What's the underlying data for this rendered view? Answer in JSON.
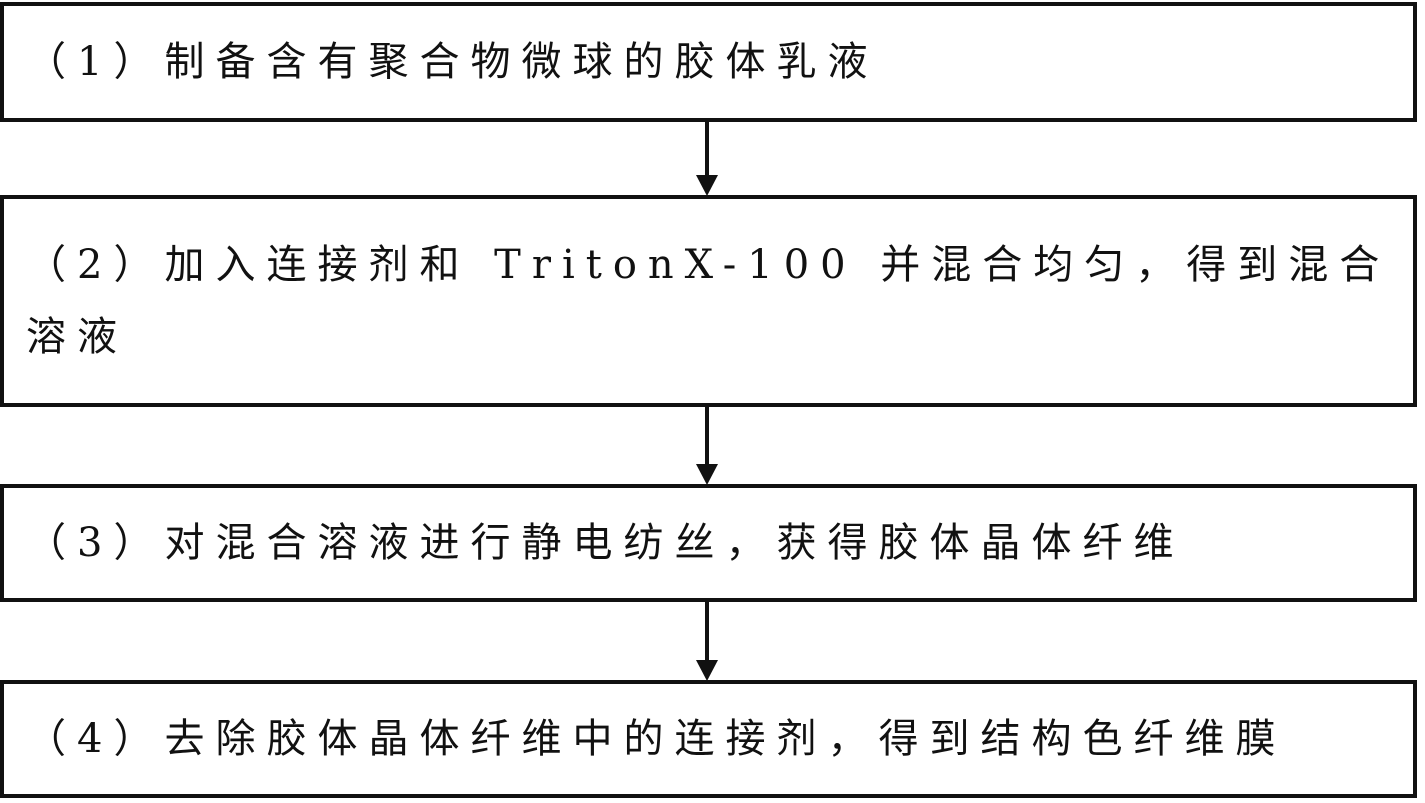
{
  "steps": [
    {
      "label": "（1）制备含有聚合物微球的胶体乳液"
    },
    {
      "label": "（2）加入连接剂和 TritonX-100 并混合均匀，得到混合溶液"
    },
    {
      "label": "（3）对混合溶液进行静电纺丝，获得胶体晶体纤维"
    },
    {
      "label": "（4）去除胶体晶体纤维中的连接剂，得到结构色纤维膜"
    }
  ]
}
